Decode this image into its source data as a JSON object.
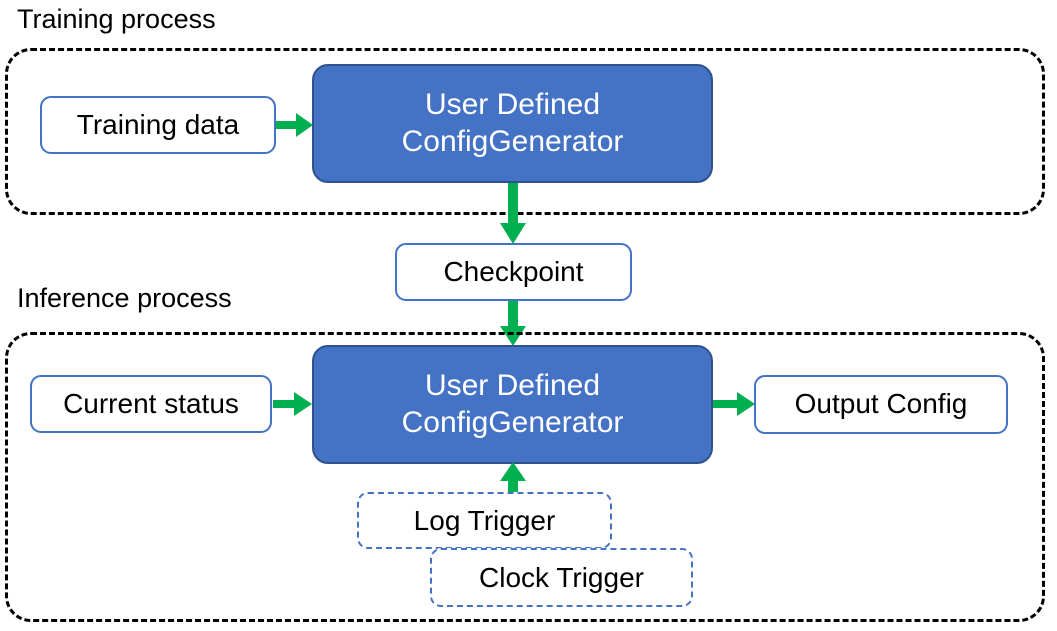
{
  "diagram": {
    "title_training": "Training process",
    "title_inference": "Inference process",
    "colors": {
      "process_fill": "#4472C4",
      "process_stroke": "#2F528F",
      "node_stroke": "#4472C4",
      "arrow_green": "#00B050",
      "container_dash": "#000000",
      "text_dark": "#000000",
      "text_light": "#FFFFFF"
    },
    "training": {
      "caption": "Training process",
      "input": {
        "label": "Training data"
      },
      "process": {
        "line1": "User Defined",
        "line2": "ConfigGenerator"
      }
    },
    "checkpoint": {
      "label": "Checkpoint"
    },
    "inference": {
      "caption": "Inference process",
      "input": {
        "label": "Current status"
      },
      "process": {
        "line1": "User Defined",
        "line2": "ConfigGenerator"
      },
      "output": {
        "label": "Output Config"
      },
      "triggers": [
        {
          "label": "Log Trigger"
        },
        {
          "label": "Clock Trigger"
        }
      ]
    },
    "arrows": [
      {
        "name": "training-data-to-generator",
        "direction": "right"
      },
      {
        "name": "training-generator-to-checkpoint",
        "direction": "down"
      },
      {
        "name": "checkpoint-to-inference-generator",
        "direction": "down"
      },
      {
        "name": "current-status-to-generator",
        "direction": "right"
      },
      {
        "name": "generator-to-output-config",
        "direction": "right"
      },
      {
        "name": "triggers-to-generator",
        "direction": "up"
      }
    ]
  }
}
